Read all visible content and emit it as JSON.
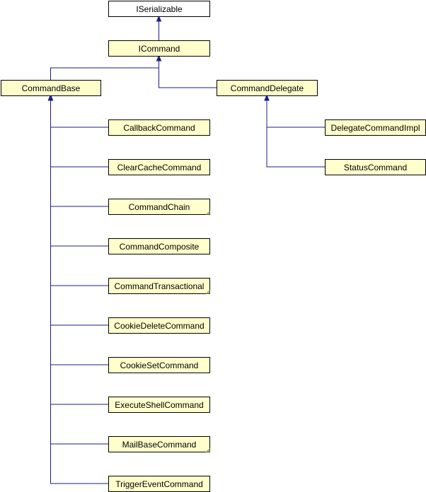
{
  "diagram": {
    "colors": {
      "interface_fill": "#ffffff",
      "class_fill": "#ffffcc",
      "edge": "#1c1c8a"
    },
    "nodes": [
      {
        "id": "iserializable",
        "label": "ISerializable",
        "kind": "interface"
      },
      {
        "id": "icommand",
        "label": "ICommand",
        "kind": "class"
      },
      {
        "id": "commandbase",
        "label": "CommandBase",
        "kind": "class"
      },
      {
        "id": "commanddelegate",
        "label": "CommandDelegate",
        "kind": "class"
      },
      {
        "id": "callbackcommand",
        "label": "CallbackCommand",
        "kind": "class"
      },
      {
        "id": "clearcachecommand",
        "label": "ClearCacheCommand",
        "kind": "class"
      },
      {
        "id": "commandchain",
        "label": "CommandChain",
        "kind": "class",
        "has_more": true
      },
      {
        "id": "commandcomposite",
        "label": "CommandComposite",
        "kind": "class"
      },
      {
        "id": "commandtransactional",
        "label": "CommandTransactional",
        "kind": "class",
        "has_more": true
      },
      {
        "id": "cookiedeletecommand",
        "label": "CookieDeleteCommand",
        "kind": "class"
      },
      {
        "id": "cookiesetcommand",
        "label": "CookieSetCommand",
        "kind": "class"
      },
      {
        "id": "executeshellcommand",
        "label": "ExecuteShellCommand",
        "kind": "class"
      },
      {
        "id": "mailbasecommand",
        "label": "MailBaseCommand",
        "kind": "class",
        "has_more": true
      },
      {
        "id": "triggereventcommand",
        "label": "TriggerEventCommand",
        "kind": "class"
      },
      {
        "id": "delegatecommandimpl",
        "label": "DelegateCommandImpl",
        "kind": "class"
      },
      {
        "id": "statuscommand",
        "label": "StatusCommand",
        "kind": "class"
      }
    ],
    "edges": [
      {
        "from": "icommand",
        "to": "iserializable"
      },
      {
        "from": "commandbase",
        "to": "icommand"
      },
      {
        "from": "commanddelegate",
        "to": "icommand"
      },
      {
        "from": "callbackcommand",
        "to": "commandbase"
      },
      {
        "from": "clearcachecommand",
        "to": "commandbase"
      },
      {
        "from": "commandchain",
        "to": "commandbase"
      },
      {
        "from": "commandcomposite",
        "to": "commandbase"
      },
      {
        "from": "commandtransactional",
        "to": "commandbase"
      },
      {
        "from": "cookiedeletecommand",
        "to": "commandbase"
      },
      {
        "from": "cookiesetcommand",
        "to": "commandbase"
      },
      {
        "from": "executeshellcommand",
        "to": "commandbase"
      },
      {
        "from": "mailbasecommand",
        "to": "commandbase"
      },
      {
        "from": "triggereventcommand",
        "to": "commandbase"
      },
      {
        "from": "delegatecommandimpl",
        "to": "commanddelegate"
      },
      {
        "from": "statuscommand",
        "to": "commanddelegate"
      }
    ]
  }
}
